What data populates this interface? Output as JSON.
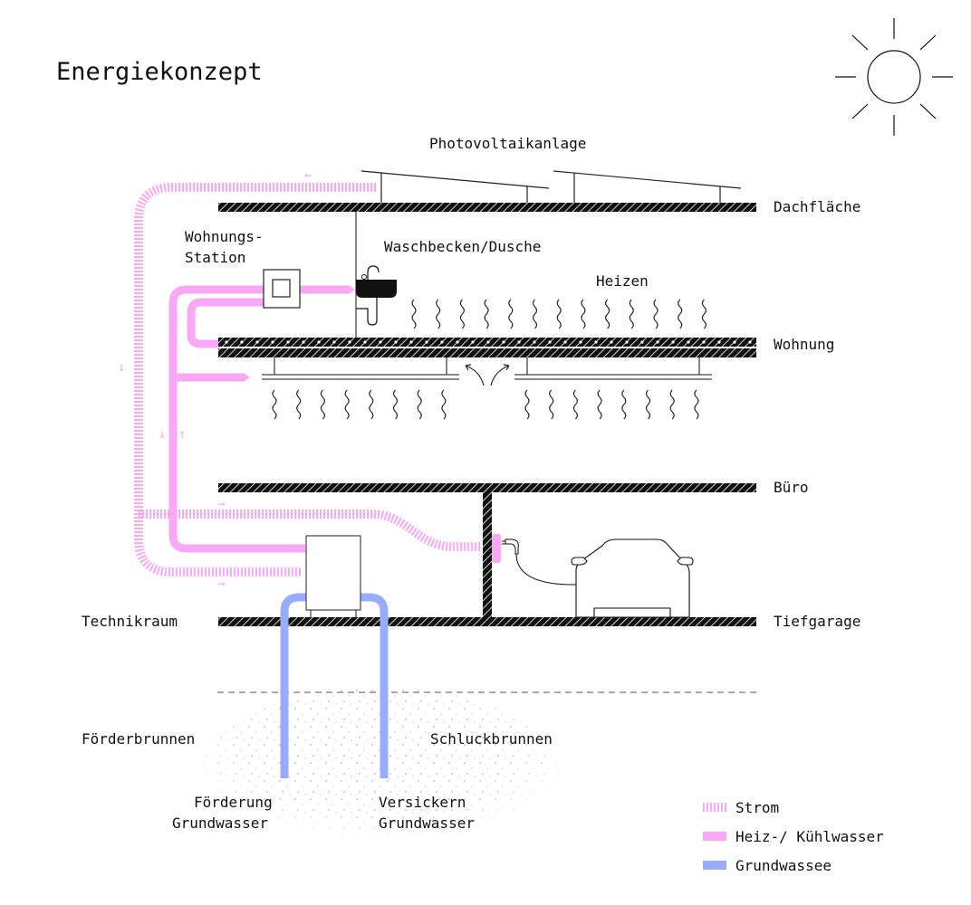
{
  "title": "Energiekonzept",
  "colors": {
    "strom": "#f9a8f6",
    "heizwasser": "#f9a8f6",
    "grundwasser": "#97adfb",
    "structure": "#111111"
  },
  "labels": {
    "photovoltaik": "Photovoltaikanlage",
    "dachflaeche": "Dachfläche",
    "wohnungsstation_1": "Wohnungs-",
    "wohnungsstation_2": "Station",
    "waschbecken": "Waschbecken/Dusche",
    "heizen": "Heizen",
    "wohnung": "Wohnung",
    "buero": "Büro",
    "technikraum": "Technikraum",
    "tiefgarage": "Tiefgarage",
    "foerderbrunnen": "Förderbrunnen",
    "schluckbrunnen": "Schluckbrunnen",
    "foerderung_1": "Förderung",
    "foerderung_2": "Grundwasser",
    "versickern_1": "Versickern",
    "versickern_2": "Grundwasser"
  },
  "arrows": {
    "left": "←",
    "right": "→",
    "down": "↓",
    "up": "↑"
  },
  "legend": [
    {
      "key": "strom",
      "label": "Strom"
    },
    {
      "key": "heiz",
      "label": "Heiz-/ Kühlwasser"
    },
    {
      "key": "grund",
      "label": "Grundwassee"
    }
  ]
}
